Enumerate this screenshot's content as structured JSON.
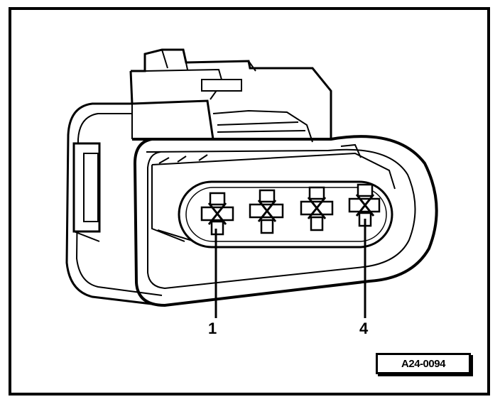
{
  "callouts": {
    "pin_1": "1",
    "pin_4": "4"
  },
  "reference_code": "A24-0094",
  "colors": {
    "ink": "#000000",
    "paper": "#ffffff",
    "shade": "#d9d9d9"
  }
}
